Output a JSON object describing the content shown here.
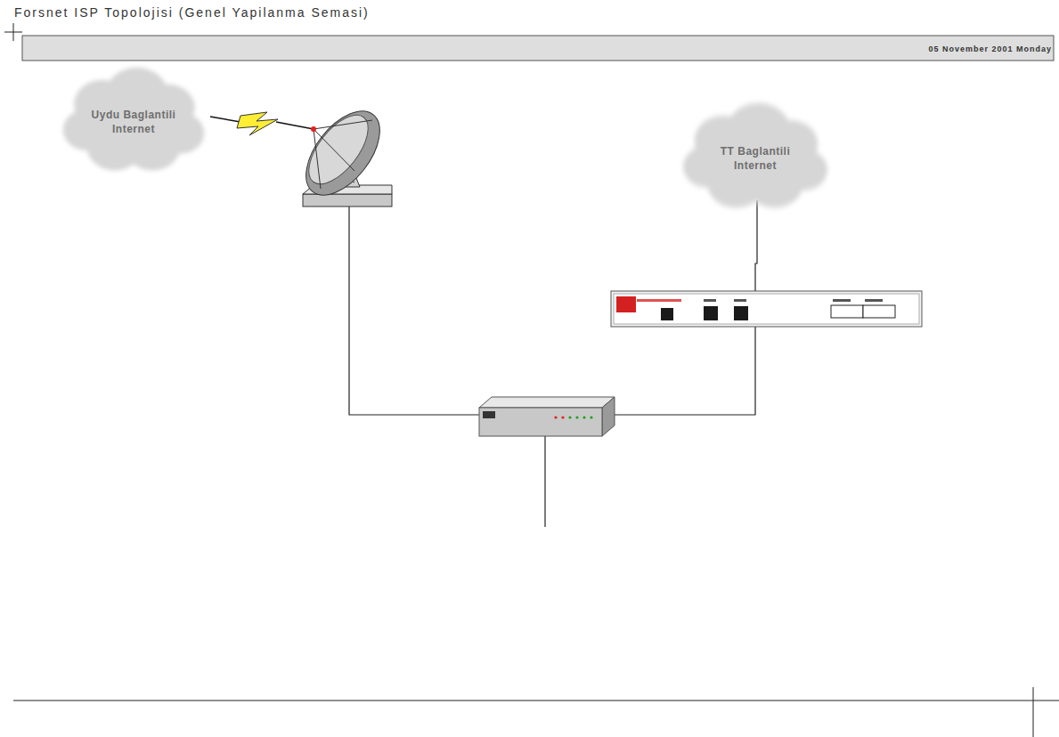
{
  "diagram": {
    "title": "Forsnet ISP Topolojisi (Genel Yapilanma Semasi)",
    "nodes": [
      {
        "text": [
          "Uydu Baglantili Internet"
        ]
      },
      {
        "text": [
          "TT Baglantili Internet"
        ]
      }
    ],
    "labels": [
      "05 November 2001 Monday"
    ]
  }
}
